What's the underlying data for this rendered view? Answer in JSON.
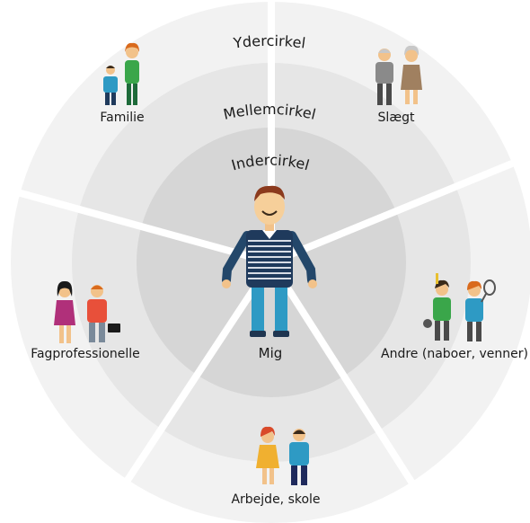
{
  "rings": {
    "outer": "Ydercirkel",
    "middle": "Mellemcirkel",
    "inner": "Indercirkel"
  },
  "center": {
    "label": "Mig"
  },
  "groups": [
    {
      "label": "Familie",
      "icon": "family-icon"
    },
    {
      "label": "Slægt",
      "icon": "grandparents-icon"
    },
    {
      "label": "Andre (naboer, venner)",
      "icon": "neighbors-friends-icon"
    },
    {
      "label": "Arbejde, skole",
      "icon": "work-school-icon"
    },
    {
      "label": "Fagprofessionelle",
      "icon": "professionals-icon"
    }
  ],
  "colors": {
    "outer_ring": "#f2f2f2",
    "middle_ring": "#e6e6e6",
    "inner_ring": "#d6d6d6",
    "divider": "#ffffff"
  }
}
